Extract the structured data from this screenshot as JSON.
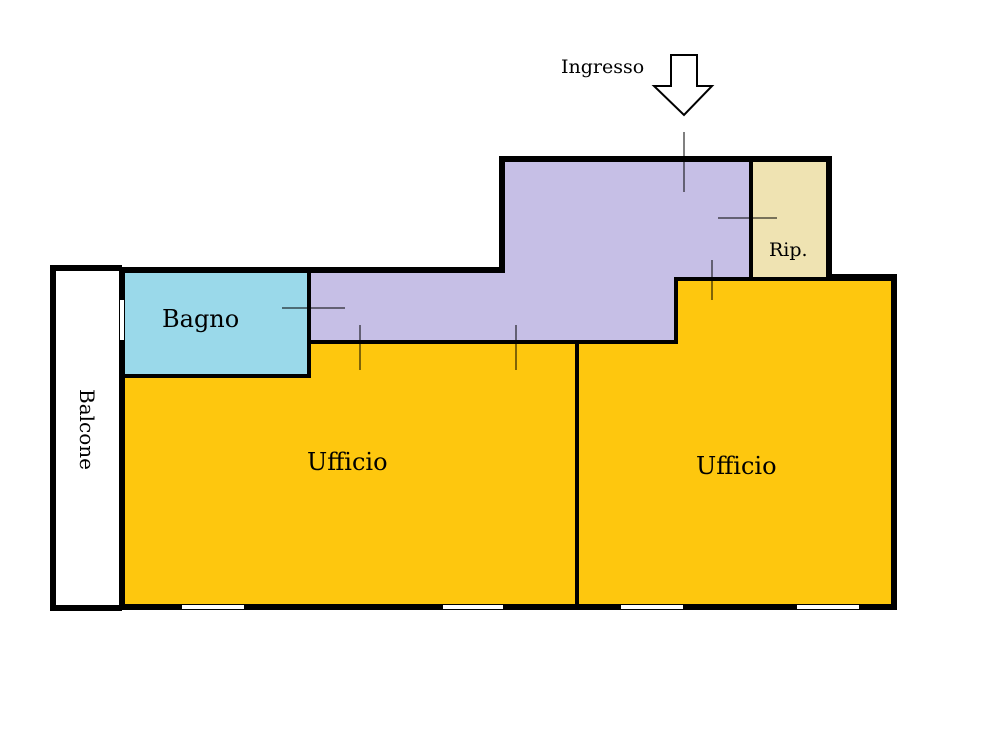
{
  "entrance": {
    "label": "Ingresso"
  },
  "rooms": {
    "bagno": {
      "label": "Bagno"
    },
    "rip": {
      "label": "Rip."
    },
    "ufficio1": {
      "label": "Ufficio"
    },
    "ufficio2": {
      "label": "Ufficio"
    },
    "balcone": {
      "label": "Balcone"
    }
  },
  "colors": {
    "hallway": "#c6bfe6",
    "office": "#fec70e",
    "bathroom": "#9ad9ea",
    "storage": "#efe3b2",
    "wall": "#000000",
    "window": "#ffffff"
  }
}
